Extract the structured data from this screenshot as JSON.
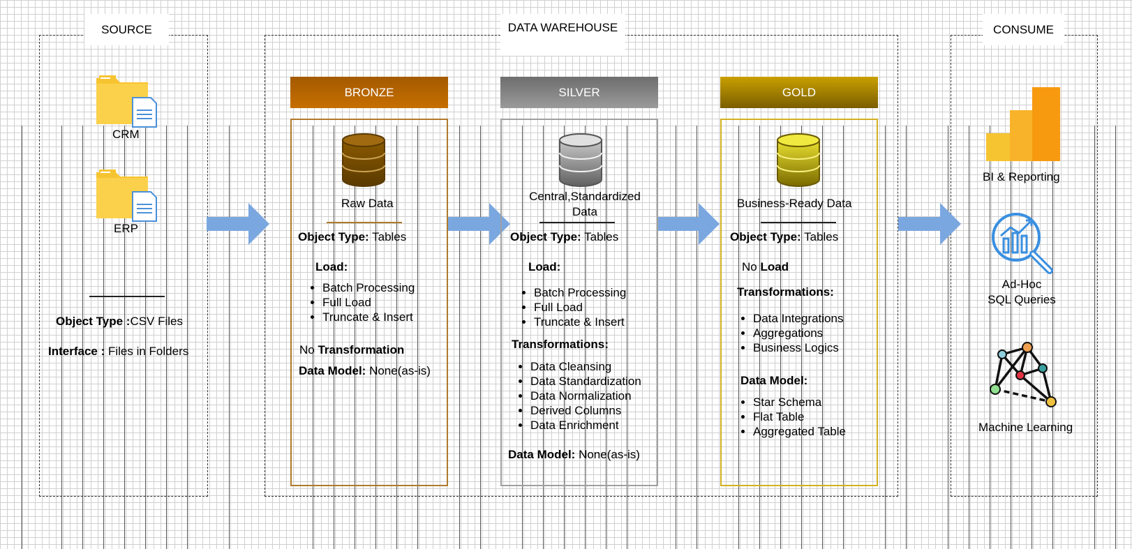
{
  "sections": {
    "source": "SOURCE",
    "warehouse": "DATA WAREHOUSE",
    "consume": "CONSUME"
  },
  "source": {
    "crm_label": "CRM",
    "erp_label": "ERP",
    "object_type_label": "Object Type :",
    "object_type_value": "CSV Files",
    "interface_label": "Interface :",
    "interface_value": " Files in Folders"
  },
  "bronze": {
    "title": "BRONZE",
    "color": "#b06000",
    "db_caption": "Raw Data",
    "object_type_label": "Object Type:",
    "object_type_value": " Tables",
    "load_label": "Load:",
    "load_items": [
      "Batch Processing",
      "Full Load",
      "Truncate & Insert"
    ],
    "transformation_prefix": "No ",
    "transformation_label": "Transformation",
    "data_model_label": "Data Model:",
    "data_model_value": " None(as-is)"
  },
  "silver": {
    "title": "SILVER",
    "color": "#808080",
    "db_caption_line1": "Central,Standardized",
    "db_caption_line2": "Data",
    "object_type_label": "Object Type:",
    "object_type_value": " Tables",
    "load_label": "Load:",
    "load_items": [
      "Batch Processing",
      "Full Load",
      "Truncate & Insert"
    ],
    "transformations_label": "Transformations:",
    "transformation_items": [
      "Data Cleansing",
      "Data Standardization",
      "Data Normalization",
      "Derived Columns",
      "Data Enrichment"
    ],
    "data_model_label": "Data Model:",
    "data_model_value": " None(as-is)"
  },
  "gold": {
    "title": "GOLD",
    "color": "#c9a000",
    "db_caption": "Business-Ready Data",
    "object_type_label": "Object Type:",
    "object_type_value": " Tables",
    "load_prefix": "No ",
    "load_label": "Load",
    "transformations_label": "Transformations:",
    "transformation_items": [
      "Data Integrations",
      "Aggregations",
      "Business Logics"
    ],
    "data_model_label": "Data Model:",
    "data_model_items": [
      "Star Schema",
      "Flat Table",
      "Aggregated Table"
    ]
  },
  "consume": {
    "bi_label": "BI & Reporting",
    "adhoc_line1": "Ad-Hoc",
    "adhoc_line2": "SQL Queries",
    "ml_label": "Machine Learning"
  },
  "colors": {
    "arrow": "#7ba7e0",
    "folder": "#f7c431",
    "bronze_border": "#b07a2a",
    "silver_border": "#a0a0a0",
    "gold_border": "#d4b020"
  }
}
